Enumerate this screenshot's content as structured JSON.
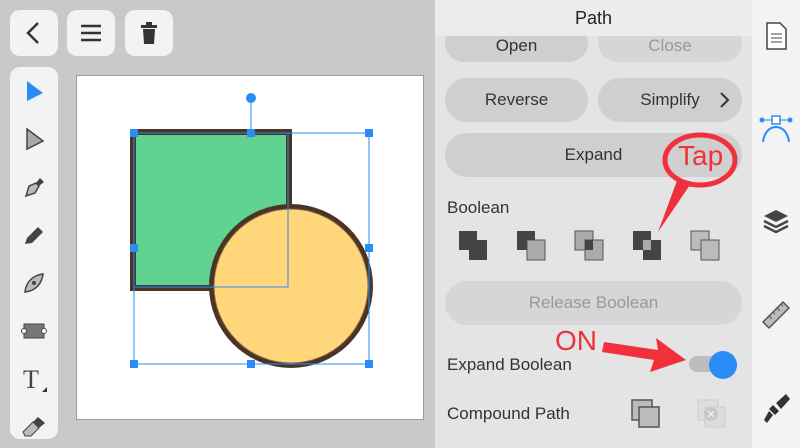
{
  "panel": {
    "title": "Path",
    "open": "Open",
    "close": "Close",
    "reverse": "Reverse",
    "simplify": "Simplify",
    "expand": "Expand",
    "boolean_label": "Boolean",
    "release_boolean": "Release Boolean",
    "expand_boolean": "Expand Boolean",
    "expand_boolean_on": true,
    "compound_path": "Compound Path"
  },
  "annotations": {
    "tap": "Tap",
    "on": "ON"
  },
  "colors": {
    "accent": "#2b8cf5",
    "annotation": "#f0303a",
    "square_fill": "#5fd38f",
    "circle_fill": "#ffd77a",
    "stroke": "#4a3426"
  }
}
